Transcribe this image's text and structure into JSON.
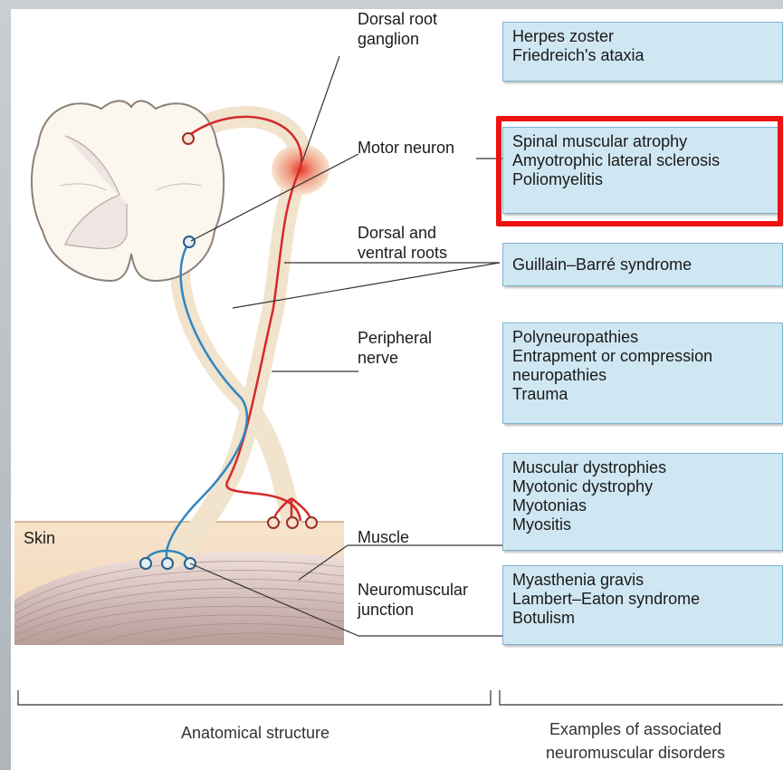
{
  "structure_labels": {
    "drg": [
      "Dorsal root",
      "ganglion"
    ],
    "motor_neuron": "Motor neuron",
    "roots": [
      "Dorsal and",
      "ventral roots"
    ],
    "nerve": [
      "Peripheral",
      "nerve"
    ],
    "muscle": "Muscle",
    "nmj": [
      "Neuromuscular",
      "junction"
    ],
    "skin": "Skin"
  },
  "disorder_boxes": {
    "drg": [
      "Herpes zoster",
      "Friedreich's ataxia"
    ],
    "motor_neuron": [
      "Spinal muscular atrophy",
      "Amyotrophic lateral sclerosis",
      "Poliomyelitis"
    ],
    "roots": [
      "Guillain–Barré syndrome"
    ],
    "nerve": [
      "Polyneuropathies",
      "Entrapment or compression",
      "neuropathies",
      "Trauma"
    ],
    "muscle": [
      "Muscular dystrophies",
      "Myotonic dystrophy",
      "Myotonias",
      "Myositis"
    ],
    "nmj": [
      "Myasthenia gravis",
      "Lambert–Eaton syndrome",
      "Botulism"
    ]
  },
  "highlighted_box": "motor_neuron",
  "highlight_color": "#ee1111",
  "brackets": {
    "left": "Anatomical structure",
    "right": [
      "Examples of associated",
      "neuromuscular disorders"
    ]
  },
  "colors": {
    "motor_axon": "#d42a2a",
    "sensory_axon": "#2f86c3",
    "box_fill": "#cfe7f2",
    "nerve_sheath": "#f1e3cc"
  }
}
